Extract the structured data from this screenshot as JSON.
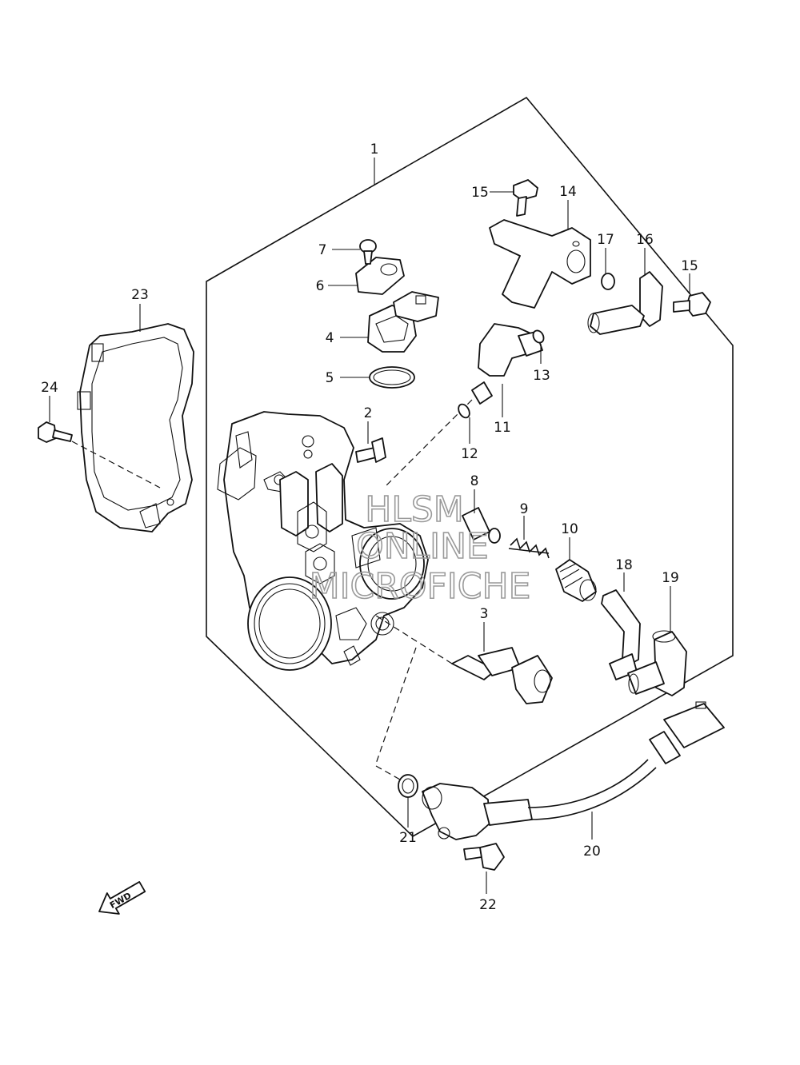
{
  "callouts": [
    {
      "id": "p1",
      "label": "1"
    },
    {
      "id": "p2",
      "label": "2"
    },
    {
      "id": "p3",
      "label": "3"
    },
    {
      "id": "p4",
      "label": "4"
    },
    {
      "id": "p5",
      "label": "5"
    },
    {
      "id": "p6",
      "label": "6"
    },
    {
      "id": "p7",
      "label": "7"
    },
    {
      "id": "p8",
      "label": "8"
    },
    {
      "id": "p9",
      "label": "9"
    },
    {
      "id": "p10",
      "label": "10"
    },
    {
      "id": "p11",
      "label": "11"
    },
    {
      "id": "p12",
      "label": "12"
    },
    {
      "id": "p13",
      "label": "13"
    },
    {
      "id": "p14",
      "label": "14"
    },
    {
      "id": "p15a",
      "label": "15"
    },
    {
      "id": "p15b",
      "label": "15"
    },
    {
      "id": "p16",
      "label": "16"
    },
    {
      "id": "p17",
      "label": "17"
    },
    {
      "id": "p18",
      "label": "18"
    },
    {
      "id": "p19",
      "label": "19"
    },
    {
      "id": "p20",
      "label": "20"
    },
    {
      "id": "p21",
      "label": "21"
    },
    {
      "id": "p22",
      "label": "22"
    },
    {
      "id": "p23",
      "label": "23"
    },
    {
      "id": "p24",
      "label": "24"
    }
  ],
  "fwd_label": "FWD",
  "watermark": {
    "line1": "HLSM",
    "line2": "ONLINE",
    "line3": "MICROFICHE"
  }
}
